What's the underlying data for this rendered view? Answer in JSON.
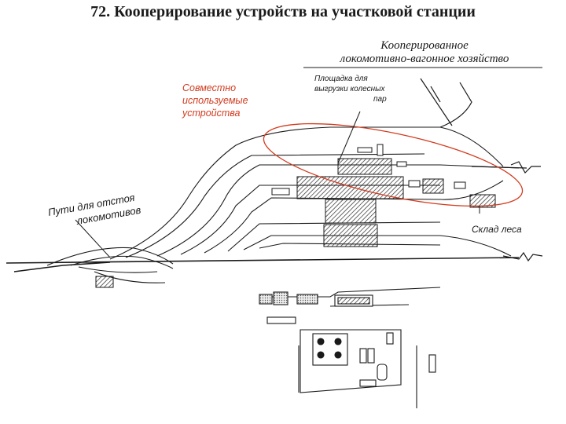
{
  "title": "72. Кооперирование устройств на участковой станции",
  "heading": "Кооперированное\nлокомотивно-вагонное хозяйство",
  "shared_devices_label": "Совместно\nиспользуемые\nустройства",
  "labels": {
    "wheel_platform": [
      "Площадка для",
      "выгрузки колесных",
      "пар"
    ],
    "loco_tracks": [
      "Пути для отстоя",
      "локомотивов"
    ],
    "timber_depot": "Склад леса"
  },
  "colors": {
    "ink": "#1a1a1a",
    "highlight": "#d23b1f"
  }
}
